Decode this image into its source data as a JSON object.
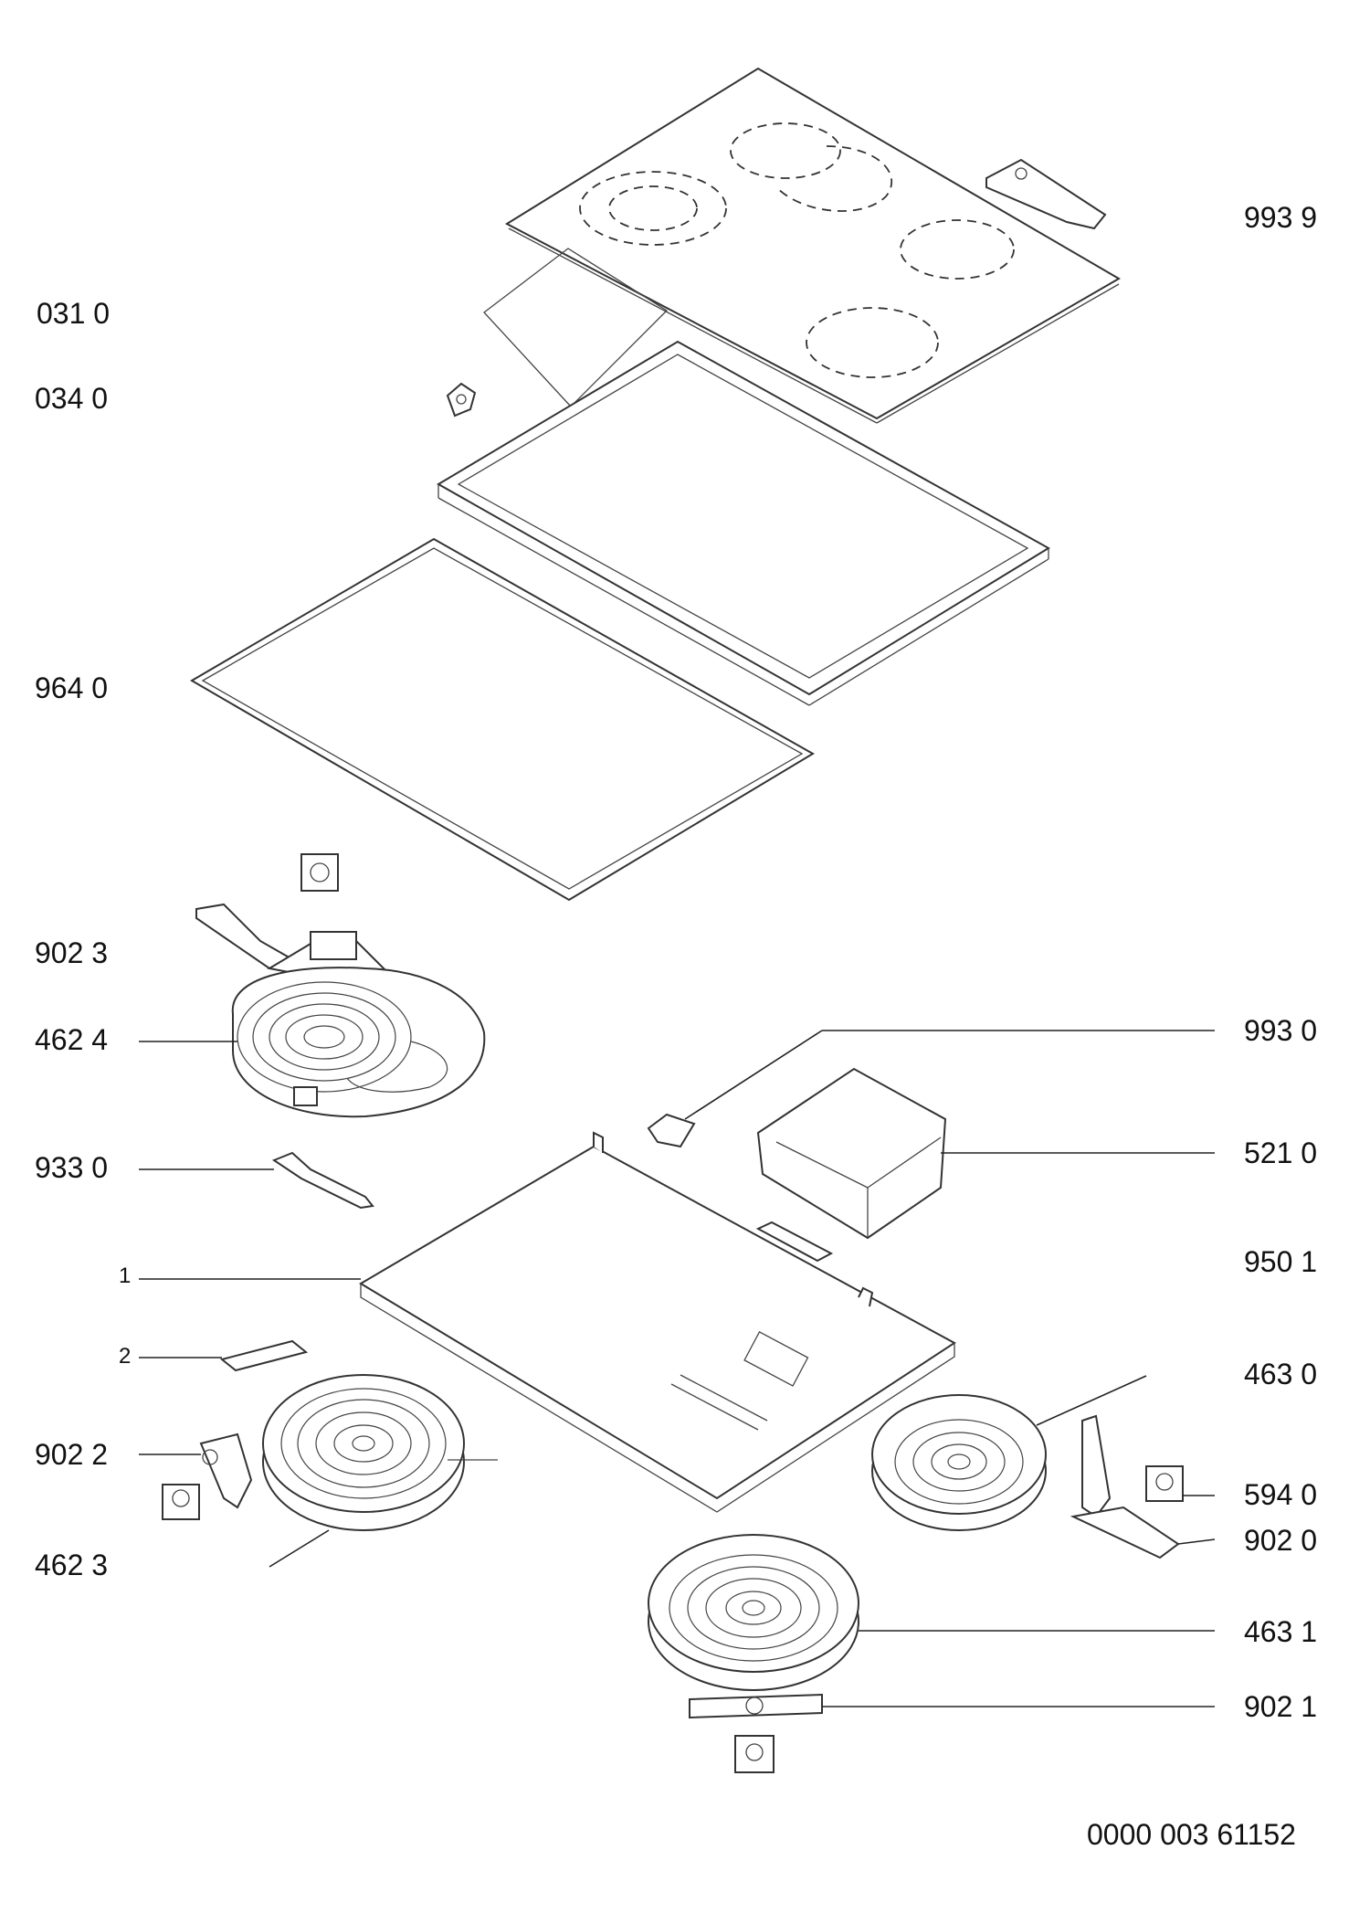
{
  "labels": {
    "l9939": "993 9",
    "l0310": "031 0",
    "l0340": "034 0",
    "l9640": "964 0",
    "l9023": "902 3",
    "l4624": "462 4",
    "l9930": "993 0",
    "l5210": "521 0",
    "l9330": "933 0",
    "l9501": "950 1",
    "l1": "1",
    "l2": "2",
    "l4630": "463 0",
    "l9022": "902 2",
    "l5940": "594 0",
    "l9020": "902 0",
    "l4623": "462 3",
    "l4631": "463 1",
    "l9021": "902 1"
  },
  "footer": {
    "doc_number": "0000 003 61152"
  }
}
